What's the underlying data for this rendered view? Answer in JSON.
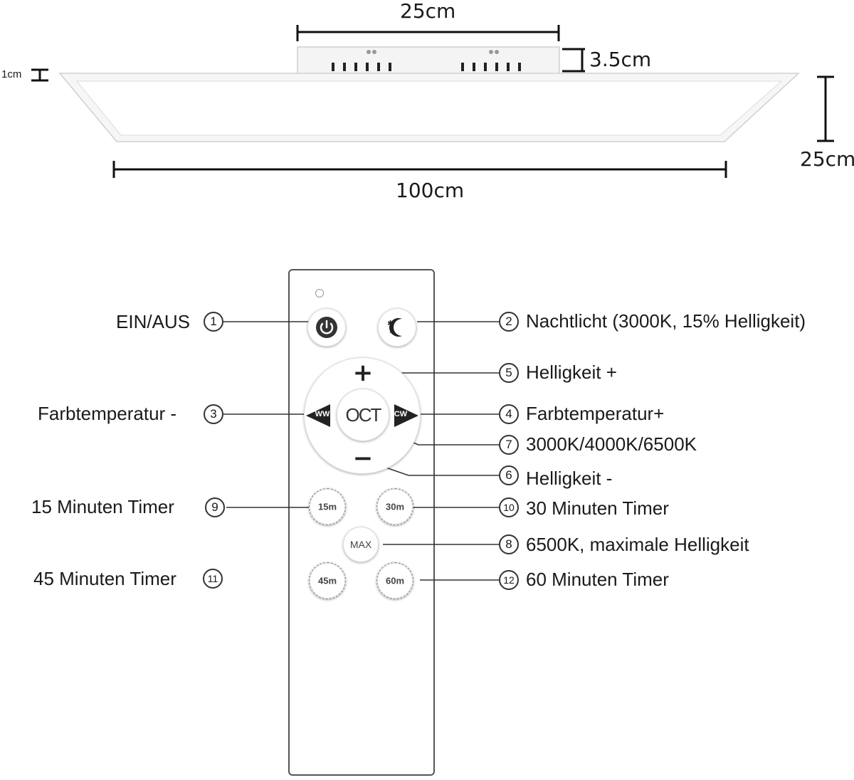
{
  "dimensions": {
    "driver_width": "25cm",
    "driver_height": "3.5cm",
    "frame_thickness": "1cm",
    "panel_depth": "25cm",
    "panel_length": "100cm"
  },
  "remote": {
    "buttons": {
      "power_icon": "power-icon",
      "night_icon": "moon-stars-icon",
      "plus": "+",
      "minus": "−",
      "ww": "WW",
      "cw": "CW",
      "oct": "OCT",
      "t15": "15m",
      "t30": "30m",
      "max": "MAX",
      "t45": "45m",
      "t60": "60m"
    }
  },
  "callouts": {
    "c1": {
      "num": "1",
      "label": "EIN/AUS"
    },
    "c2": {
      "num": "2",
      "label": "Nachtlicht (3000K, 15% Helligkeit)"
    },
    "c3": {
      "num": "3",
      "label": "Farbtemperatur -"
    },
    "c4": {
      "num": "4",
      "label": "Farbtemperatur+"
    },
    "c5": {
      "num": "5",
      "label": "Helligkeit +"
    },
    "c6": {
      "num": "6",
      "label": "Helligkeit -"
    },
    "c7": {
      "num": "7",
      "label": "3000K/4000K/6500K"
    },
    "c8": {
      "num": "8",
      "label": "6500K, maximale Helligkeit"
    },
    "c9": {
      "num": "9",
      "label": "15 Minuten Timer"
    },
    "c10": {
      "num": "10",
      "label": "30 Minuten Timer"
    },
    "c11": {
      "num": "11",
      "label": "45 Minuten Timer"
    },
    "c12": {
      "num": "12",
      "label": "60 Minuten Timer"
    }
  }
}
